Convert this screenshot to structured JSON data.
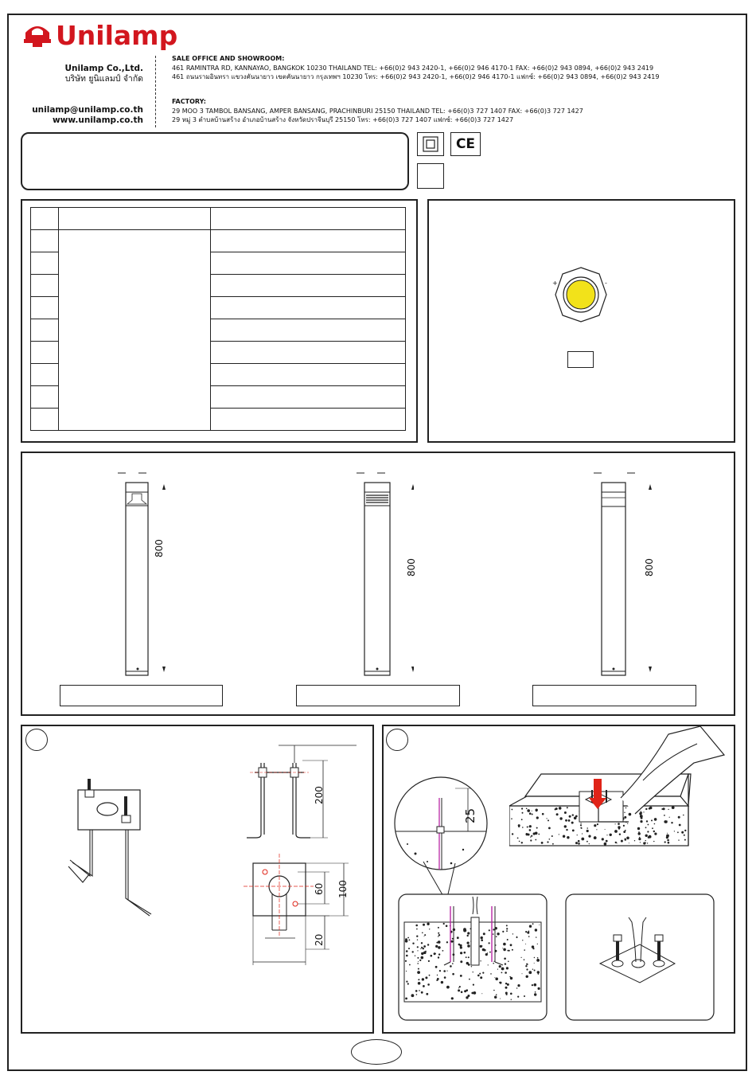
{
  "brand": {
    "name": "Unilamp",
    "color": "#d2161e"
  },
  "company": {
    "name_en": "Unilamp Co.,Ltd.",
    "name_th": "บริษัท ยูนิแลมป์ จำกัด",
    "email": "unilamp@unilamp.co.th",
    "web": "www.unilamp.co.th"
  },
  "sale_office": {
    "heading": "SALE OFFICE AND SHOWROOM:",
    "line_en": "461 RAMINTRA RD, KANNAYAO, BANGKOK 10230 THAILAND TEL: +66(0)2 943 2420-1, +66(0)2 946 4170-1 FAX: +66(0)2 943 0894, +66(0)2 943 2419",
    "line_th": "461 ถนนรามอินทรา แขวงคันนายาว เขตคันนายาว กรุงเทพฯ 10230  โทร: +66(0)2 943 2420-1, +66(0)2 946 4170-1 แฟกซ์: +66(0)2 943 0894, +66(0)2 943 2419"
  },
  "factory": {
    "heading": "FACTORY:",
    "line_en": "29 MOO 3 TAMBOL BANSANG, AMPER BANSANG, PRACHINBURI 25150 THAILAND TEL: +66(0)3 727 1407 FAX: +66(0)3 727 1427",
    "line_th": "29 หมู่ 3 ตำบลบ้านสร้าง อำเภอบ้านสร้าง จังหวัดปราจีนบุรี  25150  โทร: +66(0)3 727 1407 แฟกซ์: +66(0)3 727 1427"
  },
  "marks": {
    "ce": "CE"
  },
  "spec_table": {
    "rows": 9
  },
  "led": {
    "plus": "+",
    "minus": "-",
    "color": "#f2e21a"
  },
  "dimensions": {
    "height": "800",
    "bolt_length": "200",
    "plate_width": "100",
    "hole_spacing": "60",
    "offset": "20",
    "embed_depth": "25"
  },
  "install": {
    "arrow_color": "#e02418"
  }
}
